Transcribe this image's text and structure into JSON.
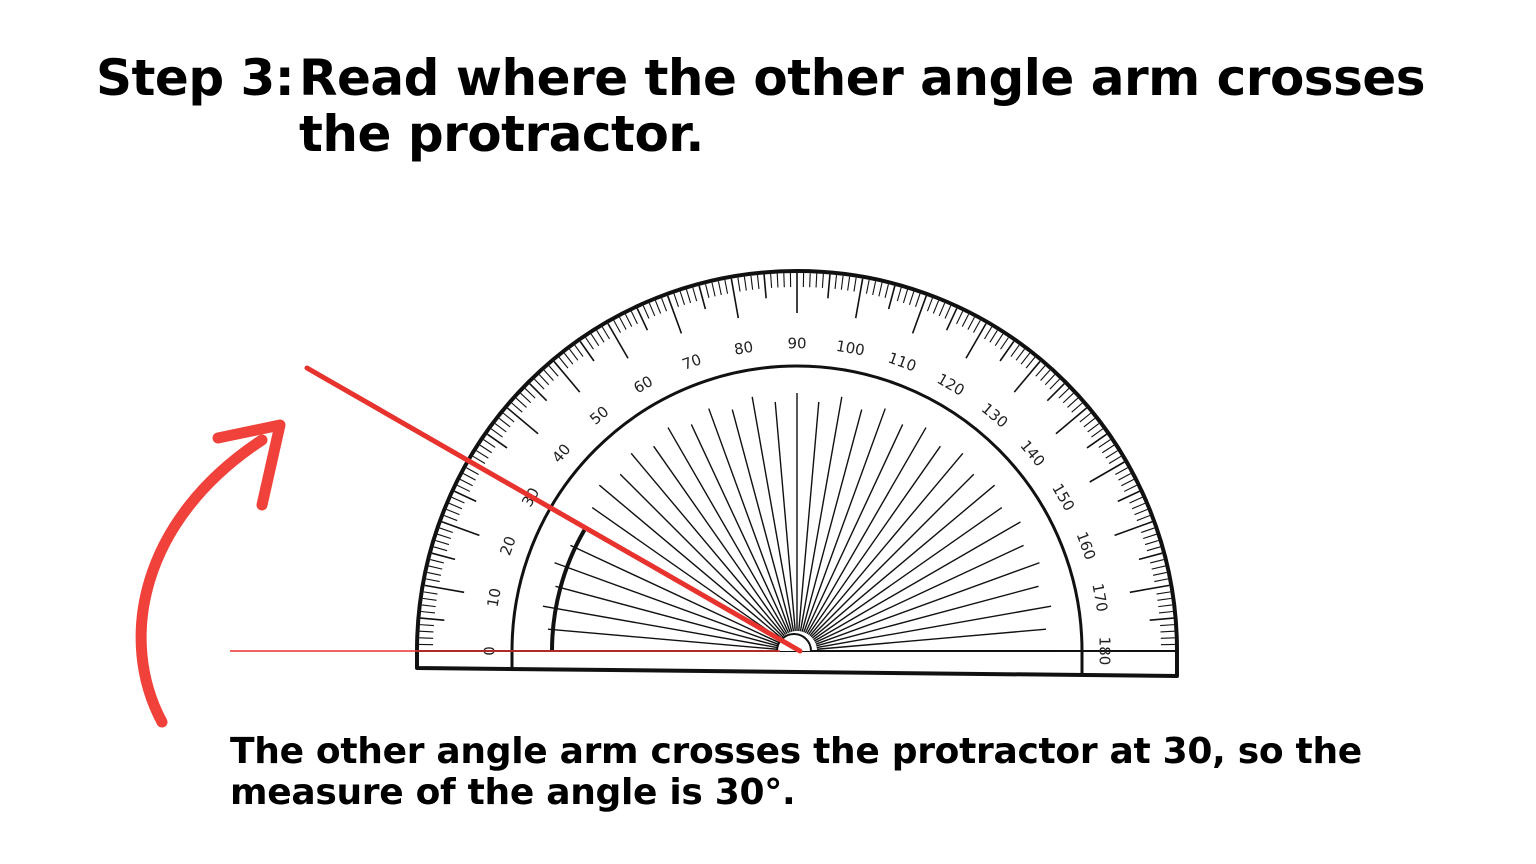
{
  "title": {
    "step": "Step 3:",
    "line1": "Read where the other angle arm crosses",
    "line2": "the protractor."
  },
  "caption": {
    "line1": "The other angle arm crosses the protractor at 30, so the",
    "line2": "measure of the angle is 30°."
  },
  "protractor": {
    "labels": [
      "0",
      "10",
      "20",
      "30",
      "40",
      "50",
      "60",
      "70",
      "80",
      "90",
      "100",
      "110",
      "120",
      "130",
      "140",
      "150",
      "160",
      "170",
      "180"
    ],
    "measured_angle_deg": 30
  },
  "colors": {
    "arm": "#e8322d",
    "arrow": "#f0413a",
    "protractor": "#111111"
  }
}
